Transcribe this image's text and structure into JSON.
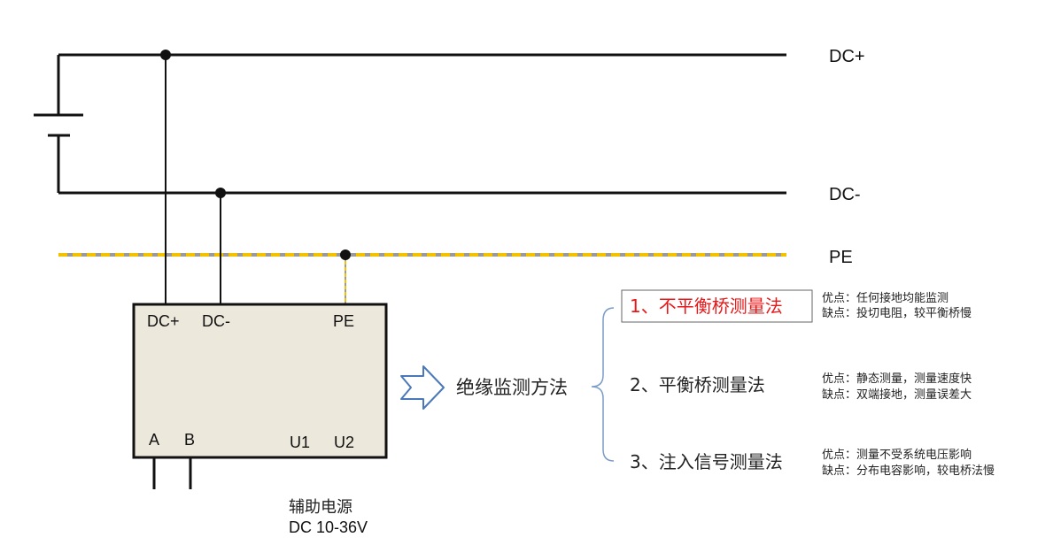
{
  "rails": {
    "dc_plus": "DC+",
    "dc_minus": "DC-",
    "pe": "PE"
  },
  "device": {
    "terminal_dc_plus": "DC+",
    "terminal_dc_minus": "DC-",
    "terminal_pe": "PE",
    "terminal_a": "A",
    "terminal_b": "B",
    "terminal_u1": "U1",
    "terminal_u2": "U2"
  },
  "aux_power": {
    "label": "辅助电源",
    "voltage": "DC 10-36V"
  },
  "methods_title": "绝缘监测方法",
  "methods": [
    {
      "name": "1、不平衡桥测量法",
      "pros": "优点：任何接地均能监测",
      "cons": "缺点：投切电阻，较平衡桥慢"
    },
    {
      "name": "2、平衡桥测量法",
      "pros": "优点：静态测量，测量速度快",
      "cons": "缺点：双端接地，测量误差大"
    },
    {
      "name": "3、注入信号测量法",
      "pros": "优点：测量不受系统电压影响",
      "cons": "缺点：分布电容影响，较电桥法慢"
    }
  ],
  "colors": {
    "wire": "#111111",
    "pe_gray": "#9a9a9a",
    "pe_yellow": "#f2c200",
    "device_fill": "#ede8dc",
    "arrow_stroke": "#4a78b8",
    "bracket": "#7a9cc8",
    "highlight_text": "#e81818",
    "highlight_border": "#666666"
  }
}
